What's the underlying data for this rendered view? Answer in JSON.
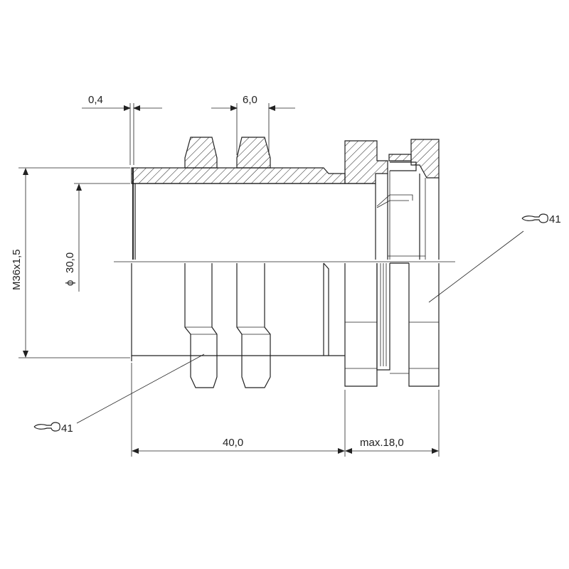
{
  "dimensions": {
    "top_left_gap": "0,4",
    "top_thread_pitch": "6,0",
    "thread": "M36x1,5",
    "bore_diameter": "30,0",
    "length": "40,0",
    "max_length": "max.18,0"
  },
  "callouts": {
    "wrench_size_right": "41",
    "wrench_size_left": "41"
  },
  "symbols": {
    "diameter_symbol": "ϕ"
  }
}
